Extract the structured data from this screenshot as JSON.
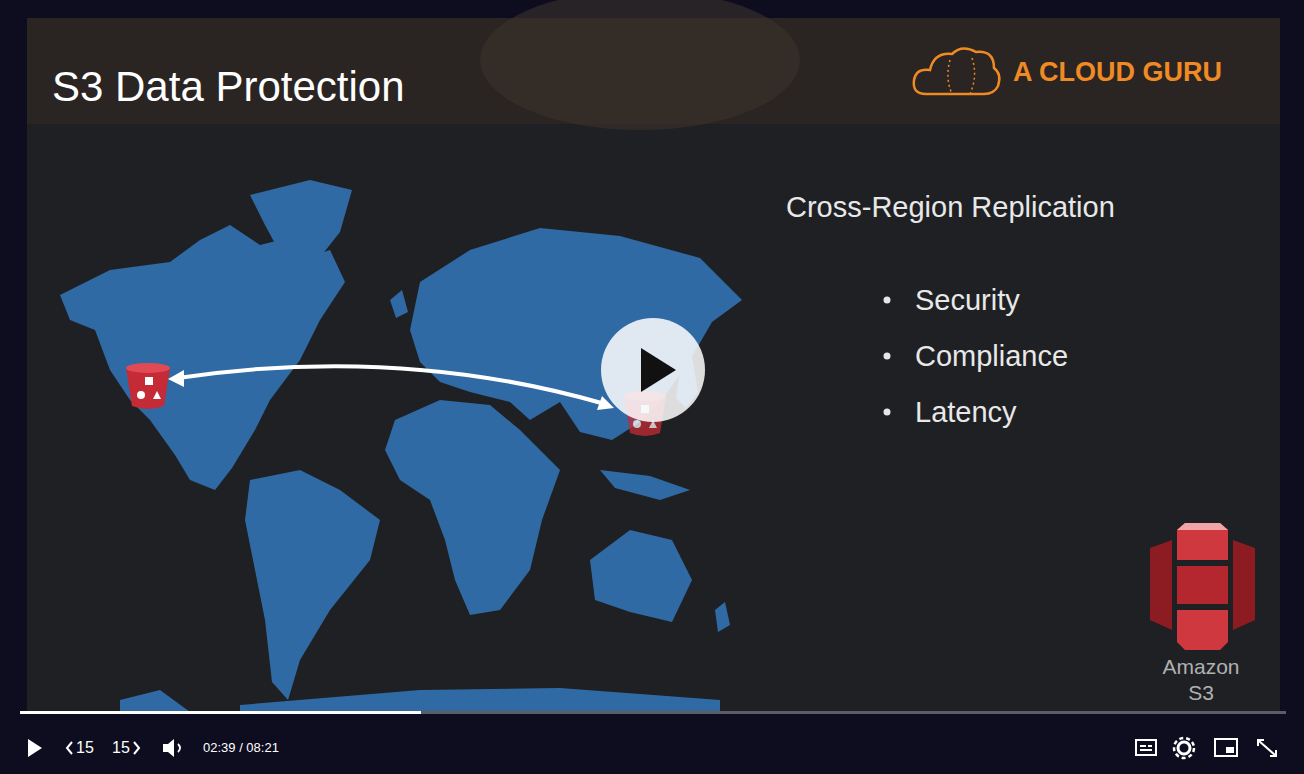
{
  "diagram": {
    "title": "S3 Data Protection",
    "labels": [
      "A CLOUD GURU",
      "Cross-Region Replication",
      "Security",
      "Compliance",
      "Latency",
      "Amazon S3",
      "15",
      "15",
      "02:39 / 08:21"
    ]
  }
}
